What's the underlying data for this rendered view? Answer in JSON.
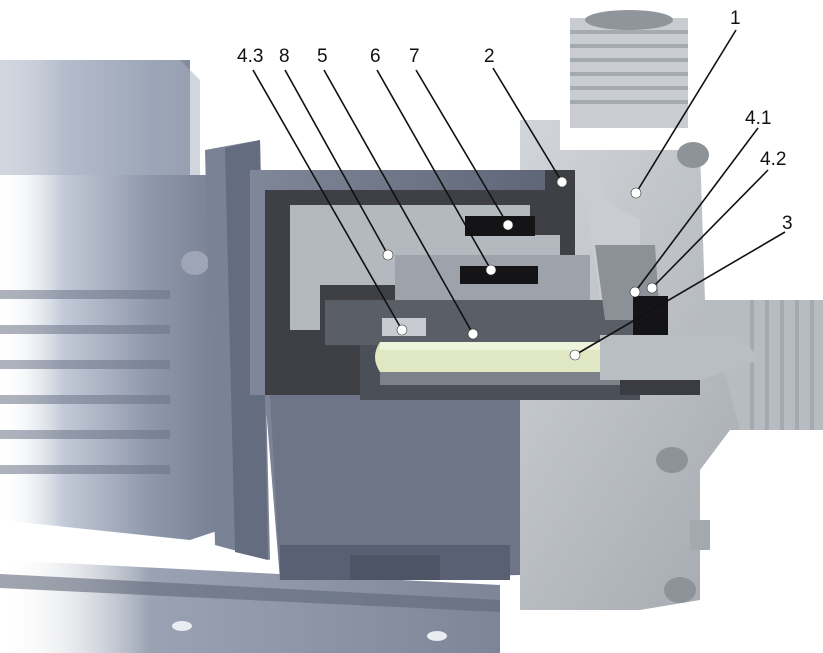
{
  "callouts": [
    {
      "id": "1",
      "label": "1"
    },
    {
      "id": "2",
      "label": "2"
    },
    {
      "id": "3",
      "label": "3"
    },
    {
      "id": "4-1",
      "label": "4.1"
    },
    {
      "id": "4-2",
      "label": "4.2"
    },
    {
      "id": "4-3",
      "label": "4.3"
    },
    {
      "id": "5",
      "label": "5"
    },
    {
      "id": "6",
      "label": "6"
    },
    {
      "id": "7",
      "label": "7"
    },
    {
      "id": "8",
      "label": "8"
    }
  ],
  "colors": {
    "motor_housing": "#8d96a8",
    "pump_casing": "#b9bec3",
    "cutaway_dark": "#3e4046",
    "shaft": "#dfe8c2",
    "labels": "#111111"
  }
}
